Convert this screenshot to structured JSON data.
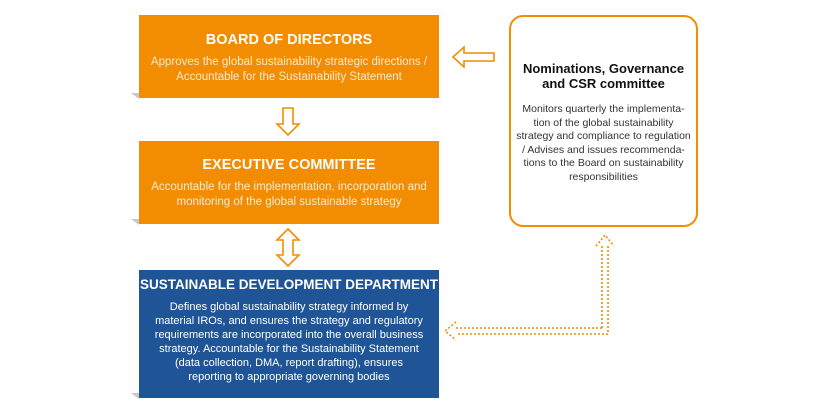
{
  "board": {
    "title": "BOARD OF DIRECTORS",
    "desc_lines": [
      "Approves the global sustainability strategic directions /",
      "Accountable for the Sustainability Statement"
    ]
  },
  "executive": {
    "title": "EXECUTIVE COMMITTEE",
    "desc_lines": [
      "Accountable for the implementation, incorporation and",
      "monitoring of the global sustainable strategy"
    ]
  },
  "sdd": {
    "title": "SUSTAINABLE DEVELOPMENT DEPARTMENT",
    "desc_lines": [
      "Defines global sustainability strategy informed by",
      "material IROs, and ensures the strategy and regulatory",
      "requirements are incorporated into the overall business",
      "strategy. Accountable for the Sustainability Statement",
      "(data collection, DMA, report drafting), ensures",
      "reporting to appropriate governing bodies"
    ]
  },
  "committee": {
    "title_lines": [
      "Nominations, Governance",
      "and CSR committee"
    ],
    "desc_lines": [
      "Monitors quarterly the implementa-",
      "tion of the global sustainability",
      "strategy and compliance to regulation",
      "/ Advises and issues recommenda-",
      "tions to the Board on sustainability",
      "responsibilities"
    ]
  },
  "colors": {
    "orange": "#F28C00",
    "blue": "#1F5596",
    "light_orange": "#FDEBD0"
  }
}
